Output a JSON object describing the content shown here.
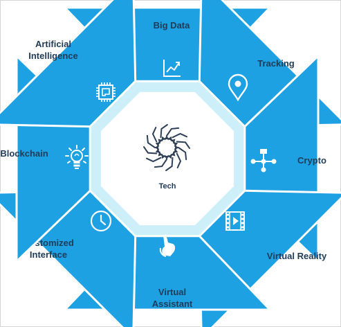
{
  "center": {
    "label": "Tech",
    "icon": "virus-gear-icon"
  },
  "segments": [
    {
      "key": "big-data",
      "lines": [
        "Big Data"
      ],
      "icon": "line-chart-icon"
    },
    {
      "key": "tracking",
      "lines": [
        "Tracking"
      ],
      "icon": "map-pin-icon"
    },
    {
      "key": "crypto",
      "lines": [
        "Crypto"
      ],
      "icon": "network-nodes-icon"
    },
    {
      "key": "virtual-reality",
      "lines": [
        "Virtual Reality"
      ],
      "icon": "video-film-icon"
    },
    {
      "key": "virtual-assistant",
      "lines": [
        "Virtual",
        "Assistant"
      ],
      "icon": "touch-hand-icon"
    },
    {
      "key": "customized-interface",
      "lines": [
        "Customized",
        "Interface"
      ],
      "icon": "clock-icon"
    },
    {
      "key": "blockchain",
      "lines": [
        "Blockchain"
      ],
      "icon": "lightbulb-icon"
    },
    {
      "key": "artificial-intelligence",
      "lines": [
        "Artificial",
        "Intelligence"
      ],
      "icon": "chip-icon"
    }
  ],
  "colors": {
    "segment": "#1da1e3",
    "ring": "#cdeffa",
    "inner": "#ffffff",
    "label": "#1f3b57",
    "icon": "#ffffff",
    "center_icon": "#2d3e55"
  }
}
